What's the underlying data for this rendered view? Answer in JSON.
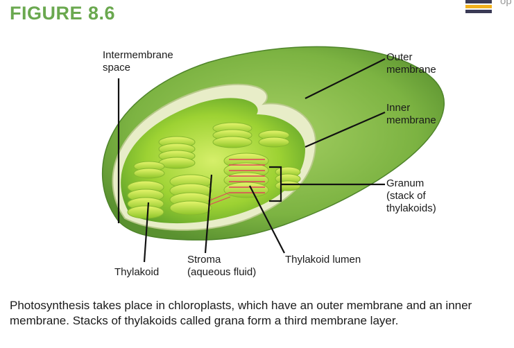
{
  "figure_title": "FIGURE 8.6",
  "logo_text": "op",
  "labels": {
    "intermembrane_space": [
      "Intermembrane",
      "space"
    ],
    "outer_membrane": [
      "Outer",
      "membrane"
    ],
    "inner_membrane": [
      "Inner",
      "membrane"
    ],
    "granum": [
      "Granum",
      "(stack of",
      "thylakoids)"
    ],
    "stroma": [
      "Stroma",
      "(aqueous fluid)"
    ],
    "thylakoid": "Thylakoid",
    "thylakoid_lumen": "Thylakoid lumen"
  },
  "caption": "Photosynthesis takes place in chloroplasts, which have an outer membrane and an inner membrane. Stacks of thylakoids called grana form a third membrane layer.",
  "colors": {
    "title_green": "#6aa84f",
    "outer_membrane": "#7cb342",
    "inner_membrane": "#e8edc8",
    "stroma": "#a6d63a",
    "thylakoid": "#c6e33b",
    "lumen_stripe": "#e0445a"
  }
}
